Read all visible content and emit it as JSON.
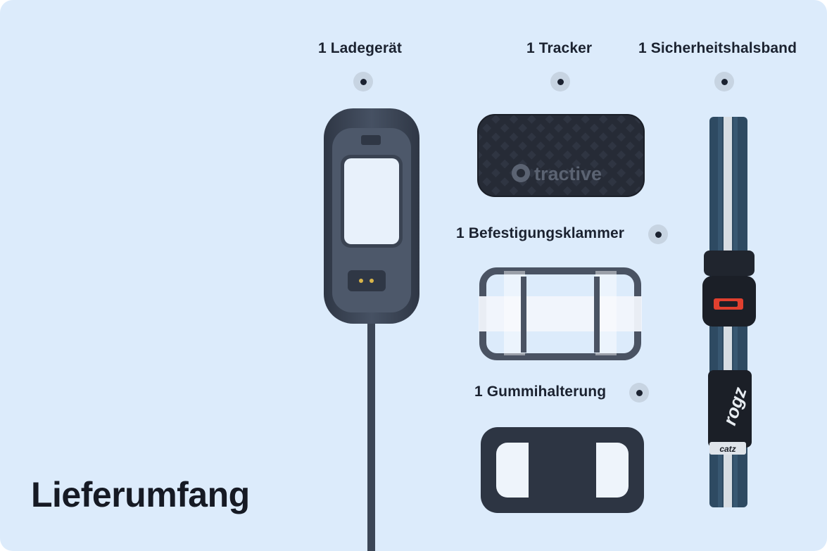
{
  "page": {
    "title": "Lieferumfang"
  },
  "items": {
    "charger": {
      "label": "1 Ladegerät"
    },
    "tracker": {
      "label": "1 Tracker",
      "brand": "tractive"
    },
    "collar": {
      "label": "1 Sicherheitshalsband",
      "brand": "rogz",
      "tag": "catz"
    },
    "clip": {
      "label": "1 Befestigungsklammer"
    },
    "rubber_holder": {
      "label": "1 Gummihalterung"
    }
  },
  "colors": {
    "background": "#dcebfb",
    "device_dark": "#3a4352",
    "tracker_dark": "#262b36",
    "collar_blue": "#2e4a62",
    "buckle_red": "#e0402f",
    "text": "#1b2230"
  },
  "icons": [
    "hotspot-dot-icon",
    "paw-pin-icon"
  ]
}
